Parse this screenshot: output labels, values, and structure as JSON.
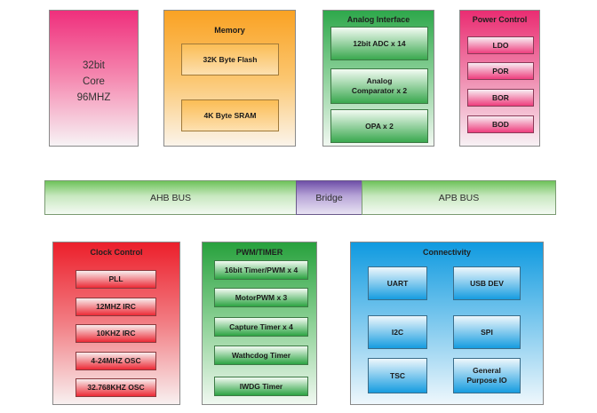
{
  "core": {
    "lines": [
      "32bit",
      "Core",
      "96MHZ"
    ]
  },
  "memory": {
    "title": "Memory",
    "items": [
      "32K Byte Flash",
      "4K Byte SRAM"
    ]
  },
  "analog": {
    "title": "Analog Interface",
    "items": [
      "12bit ADC x 14",
      "Analog\nComparator x 2",
      "OPA x 2"
    ]
  },
  "power": {
    "title": "Power Control",
    "items": [
      "LDO",
      "POR",
      "BOR",
      "BOD"
    ]
  },
  "bus": {
    "ahb": "AHB BUS",
    "bridge": "Bridge",
    "apb": "APB BUS"
  },
  "clock": {
    "title": "Clock Control",
    "items": [
      "PLL",
      "12MHZ IRC",
      "10KHZ IRC",
      "4-24MHZ OSC",
      "32.768KHZ OSC"
    ]
  },
  "pwm": {
    "title": "PWM/TIMER",
    "items": [
      "16bit Timer/PWM x 4",
      "MotorPWM x 3",
      "Capture Timer x 4",
      "Wathcdog Timer",
      "IWDG Timer"
    ]
  },
  "connectivity": {
    "title": "Connectivity",
    "items": [
      "UART",
      "USB DEV",
      "I2C",
      "SPI",
      "TSC",
      "General\nPurpose IO"
    ]
  }
}
